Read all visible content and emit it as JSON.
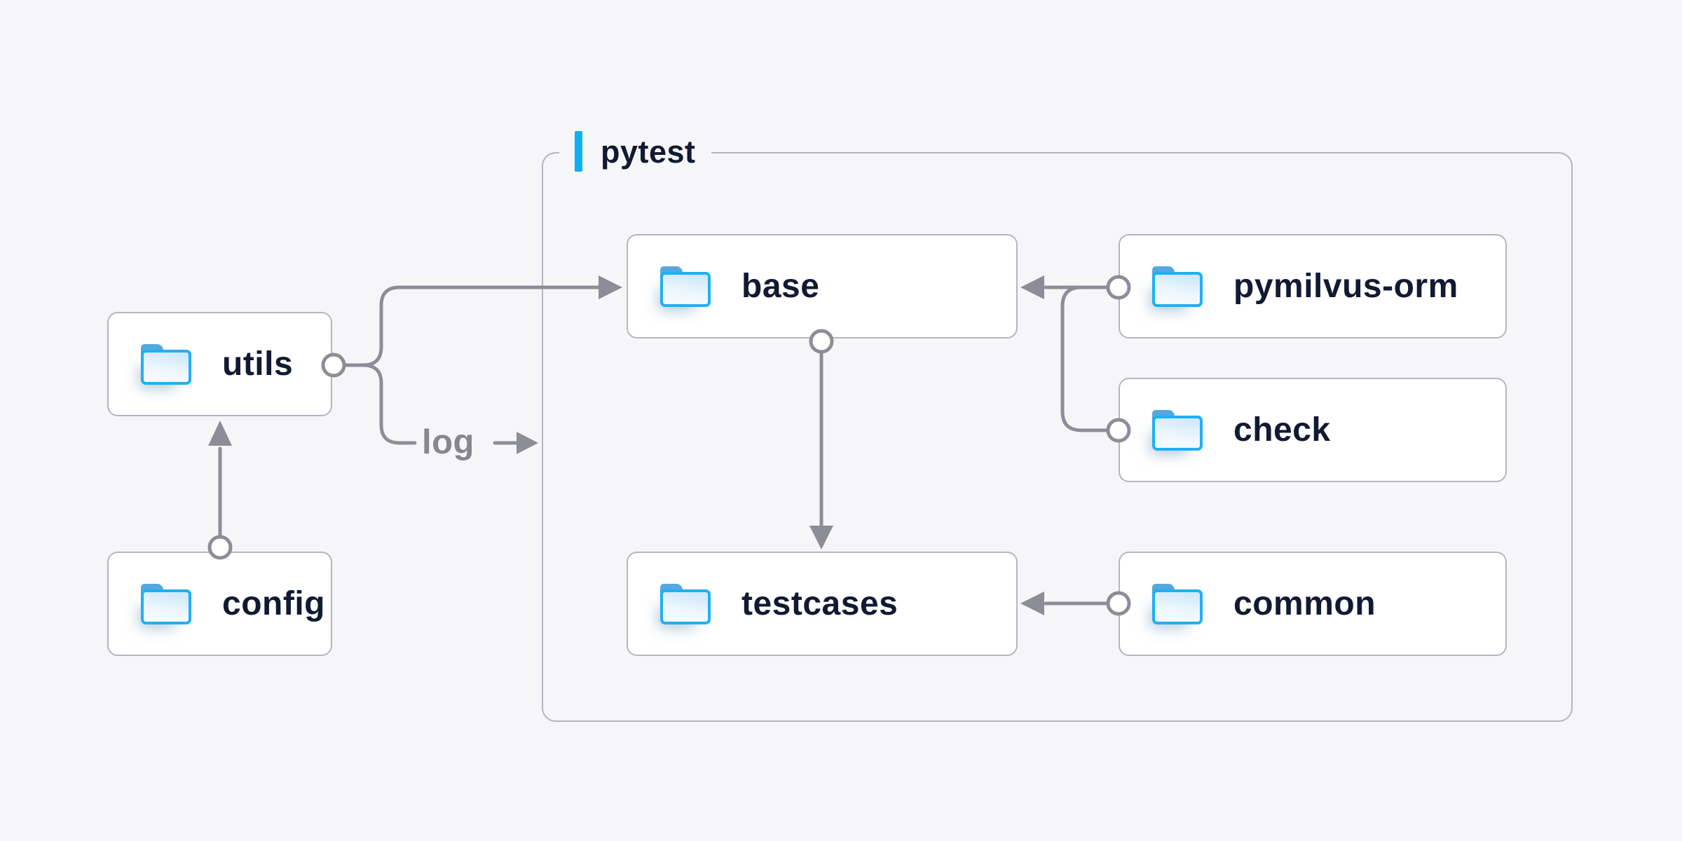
{
  "canvas": {
    "background": "#f6f6f8"
  },
  "colors": {
    "box_fill": "#ffffff",
    "box_border": "#b5b5c0",
    "label_text": "#111a32",
    "edge_gray": "#8d8d98",
    "edge_label_gray": "#86868f",
    "accent_blue_bar": "#0db1f2",
    "folder_outline_blue": "#1fb0f3",
    "folder_tab_blue": "#54a8df"
  },
  "group": {
    "label": "pytest"
  },
  "nodes": {
    "utils": {
      "label": "utils",
      "icon": "folder-icon"
    },
    "config": {
      "label": "config",
      "icon": "folder-icon"
    },
    "base": {
      "label": "base",
      "icon": "folder-icon"
    },
    "pymilvus_orm": {
      "label": "pymilvus-orm",
      "icon": "folder-icon"
    },
    "check": {
      "label": "check",
      "icon": "folder-icon"
    },
    "testcases": {
      "label": "testcases",
      "icon": "folder-icon"
    },
    "common": {
      "label": "common",
      "icon": "folder-icon"
    }
  },
  "edges": [
    {
      "from": "config",
      "to": "utils"
    },
    {
      "from": "utils",
      "to": "base"
    },
    {
      "from": "utils",
      "to": "pytest-group",
      "label": "log"
    },
    {
      "from": "pymilvus-orm",
      "to": "base"
    },
    {
      "from": "check",
      "to": "base"
    },
    {
      "from": "base",
      "to": "testcases"
    },
    {
      "from": "common",
      "to": "testcases"
    }
  ]
}
